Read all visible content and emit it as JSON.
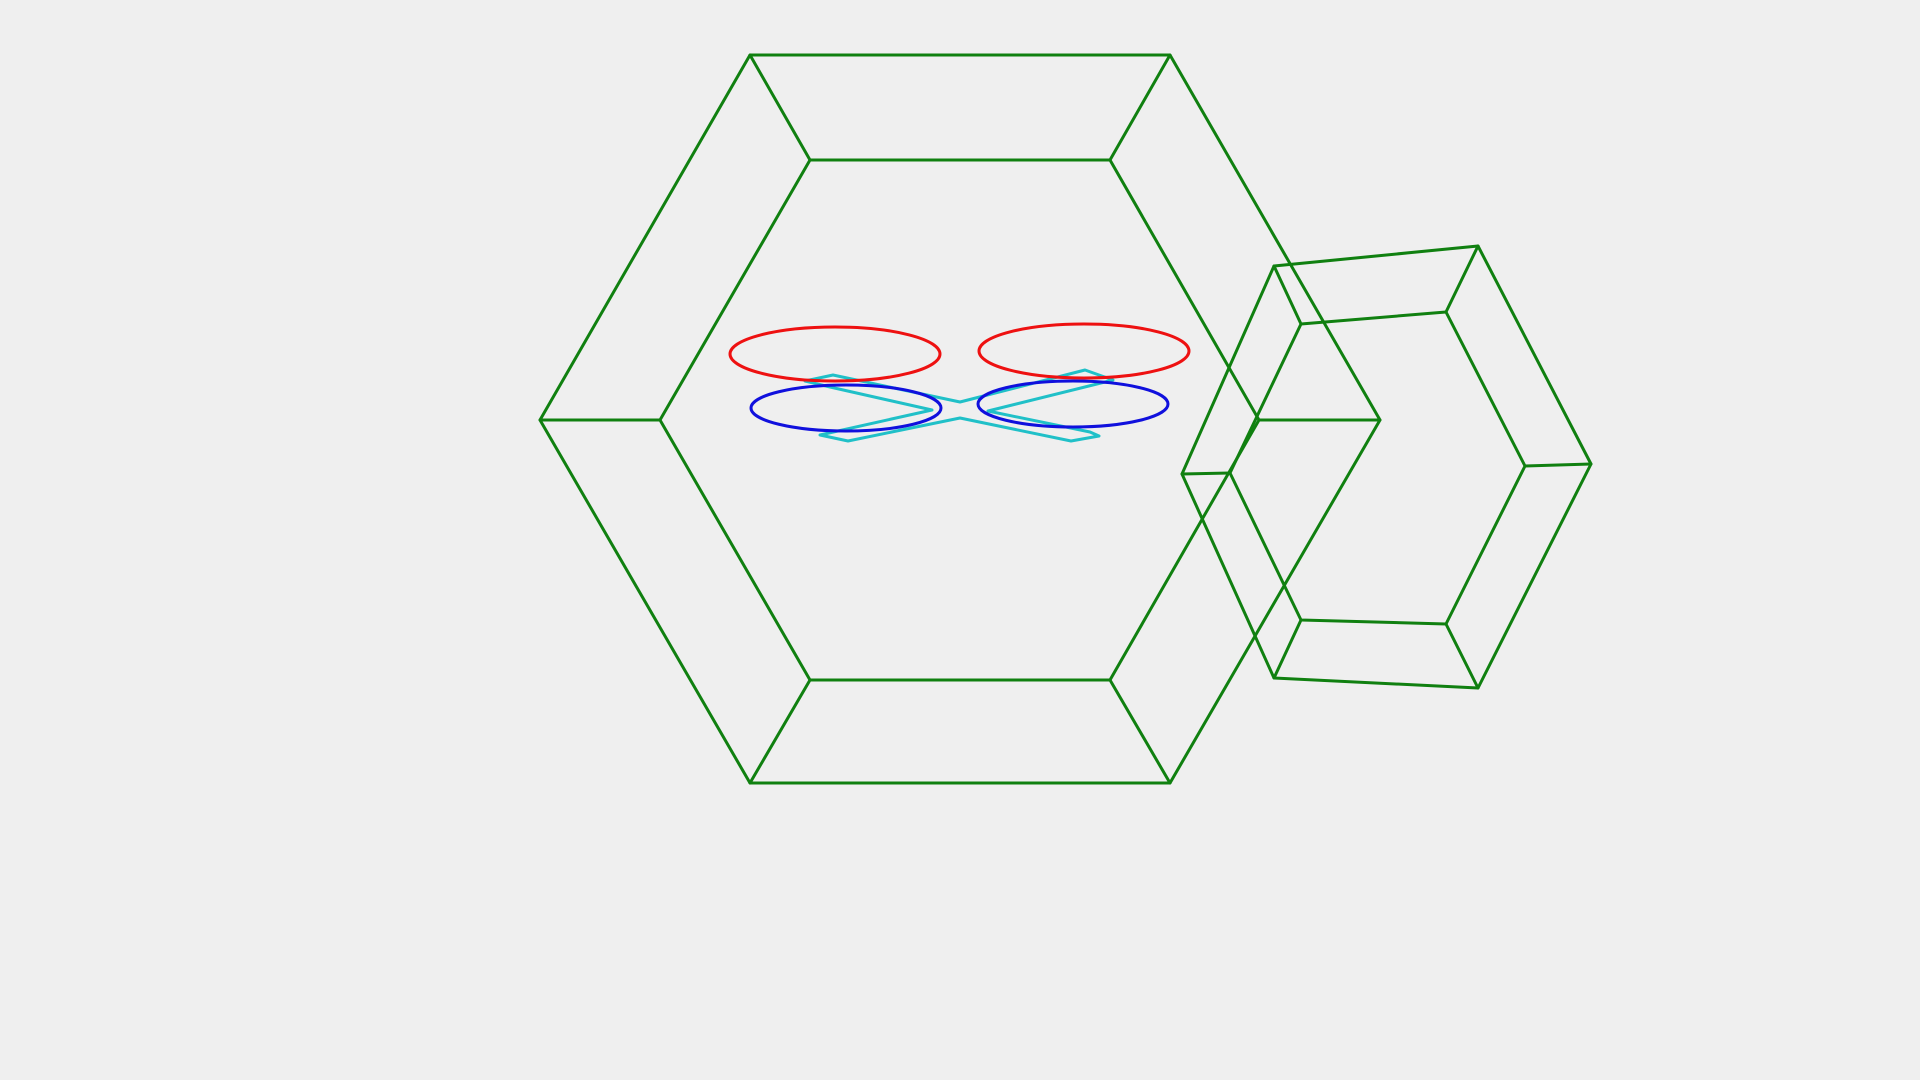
{
  "scene": {
    "background": "#efefef",
    "colors": {
      "gate": "#108010",
      "rotor_upper": "#ee1111",
      "rotor_lower": "#1010dd",
      "drone_frame": "#20c0c8"
    },
    "elements": [
      {
        "name": "front-hexagonal-gate",
        "kind": "hexagonal frame"
      },
      {
        "name": "tilted-hexagonal-gate",
        "kind": "hexagonal frame"
      },
      {
        "name": "quadcopter-drone",
        "kind": "X-frame with four rotors"
      }
    ]
  }
}
